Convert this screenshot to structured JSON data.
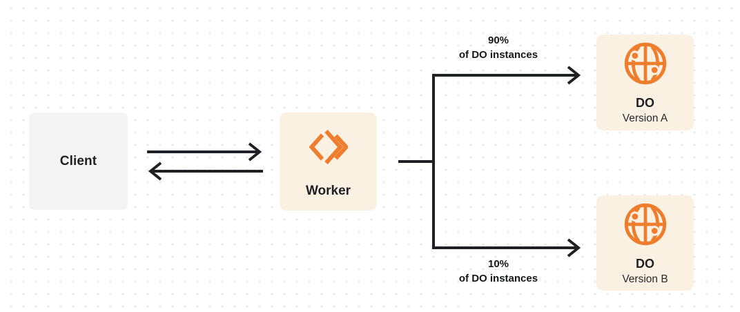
{
  "diagram": {
    "type": "architecture-flow",
    "description": "Client sends requests to a Worker which splits traffic between two Durable Object versions"
  },
  "colors": {
    "orange": "#EE7D2E",
    "node-cream": "#FBF1E3",
    "node-gray": "#F4F4F5",
    "ink": "#1F2023",
    "dot": "#E3E3E6"
  },
  "nodes": {
    "client": {
      "label": "Client"
    },
    "worker": {
      "label": "Worker",
      "icon": "cloudflare-workers-icon"
    },
    "do_a": {
      "title": "DO",
      "subtitle": "Version A",
      "icon": "durable-object-globe-icon"
    },
    "do_b": {
      "title": "DO",
      "subtitle": "Version B",
      "icon": "durable-object-globe-icon"
    }
  },
  "edges": {
    "client_worker": {
      "style": "double-arrow",
      "direction": "bidirectional"
    },
    "split_top": {
      "percent": "90%",
      "caption": "of DO instances",
      "target": "DO Version A"
    },
    "split_bottom": {
      "percent": "10%",
      "caption": "of DO instances",
      "target": "DO Version B"
    }
  }
}
